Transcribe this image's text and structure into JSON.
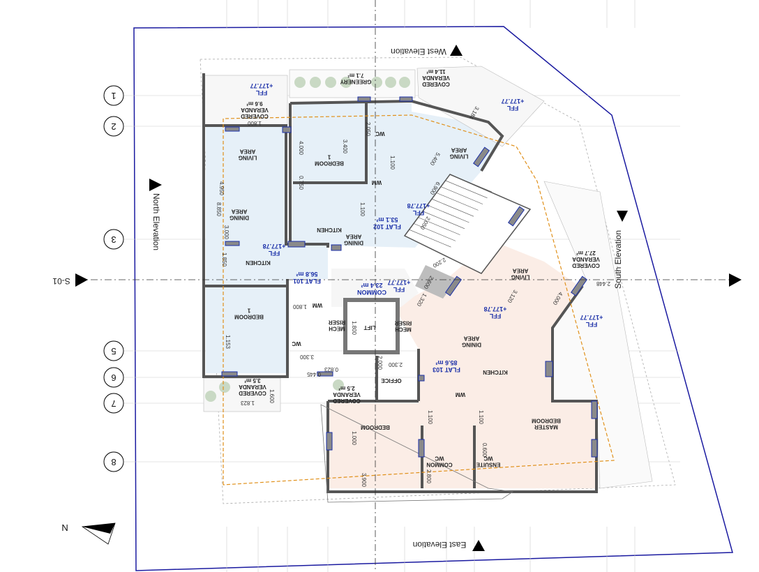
{
  "colors": {
    "boundary": "#1a1aa0",
    "flat_blue": "#e6f0f8",
    "flat_pink": "#fbede6",
    "wall": "#555555",
    "window": "#1a2fa8",
    "orange_dash": "#e0901a",
    "text_blue": "#1a2fa8"
  },
  "grid_labels": [
    "1",
    "2",
    "3",
    "5",
    "6",
    "7",
    "8"
  ],
  "section_label": "S-01",
  "north_label": "N",
  "elevations": {
    "west": "West Elevation",
    "east": "East Elevation",
    "north": "North Elevation",
    "south": "South Elevation"
  },
  "rooms": {
    "veranda_nw": [
      "COVERED",
      "VERANDA",
      "9.6 m²"
    ],
    "ffl_nw": [
      "FFL",
      "+177.77"
    ],
    "greenery": [
      "GREENERY",
      "7.1 m²"
    ],
    "veranda_ne": [
      "COVERED",
      "VERANDA",
      "11.4 m²"
    ],
    "ffl_ne": [
      "FFL",
      "+177.77"
    ],
    "living_101": [
      "LIVING",
      "AREA"
    ],
    "bedroom_102": [
      "BEDROOM",
      "1"
    ],
    "wc_102": [
      "WC"
    ],
    "living_102": [
      "LIVING",
      "AREA"
    ],
    "dining_101": [
      "DINING",
      "AREA"
    ],
    "kitchen_102": [
      "KITCHEN"
    ],
    "dining_102": [
      "DINING",
      "AREA"
    ],
    "flat_102": [
      "FLAT 102",
      "53.1 m²"
    ],
    "ffl_102": [
      "FFL",
      "+177.78"
    ],
    "ffl_101": [
      "FFL",
      "+177.78"
    ],
    "kitchen_101": [
      "KITCHEN"
    ],
    "flat_101": [
      "FLAT 101",
      "56.8 m²"
    ],
    "common": [
      "COMMON",
      "23.4 m²"
    ],
    "ffl_common": [
      "FFL",
      "+177.77"
    ],
    "bedroom_101": [
      "BEDROOM",
      "1"
    ],
    "lift": [
      "LIFT"
    ],
    "wc_101": [
      "WC"
    ],
    "veranda_101": [
      "COVERED",
      "VERANDA",
      "3.5 m²"
    ],
    "veranda_103": [
      "COVERED",
      "VERANDA",
      "2.5 m²"
    ],
    "office": [
      "OFFICE"
    ],
    "flat_103": [
      "FLAT 103",
      "85.6 m²"
    ],
    "kitchen_103": [
      "KITCHEN"
    ],
    "dining_103": [
      "DINING",
      "AREA"
    ],
    "ffl_103": [
      "FFL",
      "+177.78"
    ],
    "living_103": [
      "LIVING",
      "AREA"
    ],
    "veranda_se": [
      "COVERED",
      "VERANDA",
      "27.7 m²"
    ],
    "ffl_se": [
      "FFL",
      "+177.77"
    ],
    "bedroom_103": [
      "BEDROOM"
    ],
    "common_wc": [
      "COMMON",
      "WC"
    ],
    "ensuite_wc": [
      "ENSUITE",
      "WC"
    ],
    "master_bedroom": [
      "MASTER",
      "BEDROOM"
    ],
    "mech_1": [
      "MECH",
      "RISER"
    ],
    "mech_2": [
      "MECH",
      "RISER"
    ],
    "wm_1": [
      "WM"
    ],
    "wm_2": [
      "WM"
    ],
    "wm_3": [
      "WM"
    ]
  },
  "dimensions": [
    "1.800",
    "4.950",
    "8.850",
    "3.000",
    "1.850",
    "3.400",
    "4.000",
    "0.750",
    "2.050",
    "1.100",
    "6.900",
    "5.400",
    "3.184",
    "2.050",
    "1.100",
    "1.800",
    "1.800",
    "1.153",
    "3.300",
    "1.823",
    "2.300",
    "2.000",
    "3.120",
    "4.000",
    "2.448",
    "1.000",
    "3.900",
    "2.800",
    "0.600",
    "1.100",
    "1.100",
    "1.320",
    "2.200",
    "2.600",
    "0.823",
    "0.445",
    "1.600"
  ]
}
